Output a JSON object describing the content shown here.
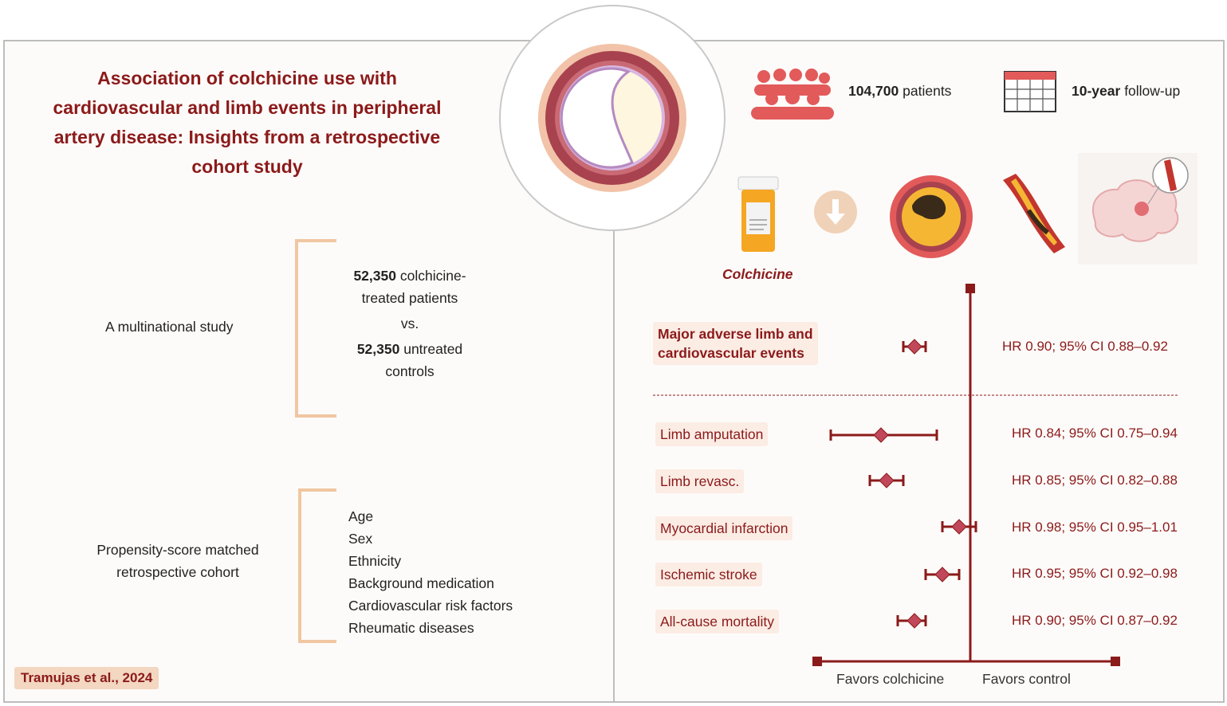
{
  "title": "Association of colchicine use with cardiovascular and limb events in peripheral artery disease: Insights from a retrospective cohort study",
  "left": {
    "study_label": "A multinational study",
    "group1_count": "52,350",
    "group1_text_a": "colchicine-",
    "group1_text_b": "treated patients",
    "vs": "vs.",
    "group2_count": "52,350",
    "group2_text_a": "untreated",
    "group2_text_b": "controls",
    "cohort_label_a": "Propensity-score matched",
    "cohort_label_b": "retrospective cohort",
    "covariates": [
      "Age",
      "Sex",
      "Ethnicity",
      "Background medication",
      "Cardiovascular risk factors",
      "Rheumatic diseases"
    ],
    "citation": "Tramujas et al., 2024"
  },
  "header": {
    "patients_count": "104,700",
    "patients_label": "patients",
    "followup_bold": "10-year",
    "followup_label": "follow-up",
    "colchicine_label": "Colchicine"
  },
  "colors": {
    "accent": "#8b1a1a",
    "bracket": "#f0c7a2",
    "marker": "#c0485a",
    "peach": "#f3d7c0"
  },
  "chart_data": {
    "type": "forest",
    "null_value": 1.0,
    "xlim": [
      0.7,
      1.2
    ],
    "xlabel_left": "Favors colchicine",
    "xlabel_right": "Favors control",
    "primary": {
      "label_a": "Major adverse limb and",
      "label_b": "cardiovascular events",
      "hr": 0.9,
      "lo": 0.88,
      "hi": 0.92,
      "text": "HR 0.90; 95% CI 0.88–0.92"
    },
    "secondary": [
      {
        "label": "Limb amputation",
        "hr": 0.84,
        "lo": 0.75,
        "hi": 0.94,
        "text": "HR 0.84; 95% CI 0.75–0.94"
      },
      {
        "label": "Limb revasc.",
        "hr": 0.85,
        "lo": 0.82,
        "hi": 0.88,
        "text": "HR 0.85; 95% CI 0.82–0.88"
      },
      {
        "label": "Myocardial infarction",
        "hr": 0.98,
        "lo": 0.95,
        "hi": 1.01,
        "text": "HR 0.98; 95% CI 0.95–1.01"
      },
      {
        "label": "Ischemic stroke",
        "hr": 0.95,
        "lo": 0.92,
        "hi": 0.98,
        "text": "HR 0.95; 95% CI 0.92–0.98"
      },
      {
        "label": "All-cause mortality",
        "hr": 0.9,
        "lo": 0.87,
        "hi": 0.92,
        "text": "HR 0.90; 95% CI 0.87–0.92"
      }
    ]
  }
}
